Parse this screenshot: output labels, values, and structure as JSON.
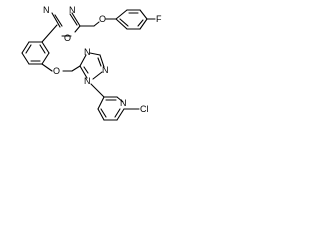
{
  "molecule": {
    "atoms": {
      "o_ether_top": "O",
      "f": "F",
      "n_ox_1": "N",
      "n_ox_2": "N",
      "o_ox": "O",
      "o_ether_mid": "O",
      "n_tz_top": "N",
      "n_tz_left": "N",
      "n_tz_right": "N",
      "n_py": "N",
      "cl": "Cl"
    },
    "colors": {
      "bond": "#000000",
      "label": "#000000",
      "background": "#ffffff"
    }
  }
}
